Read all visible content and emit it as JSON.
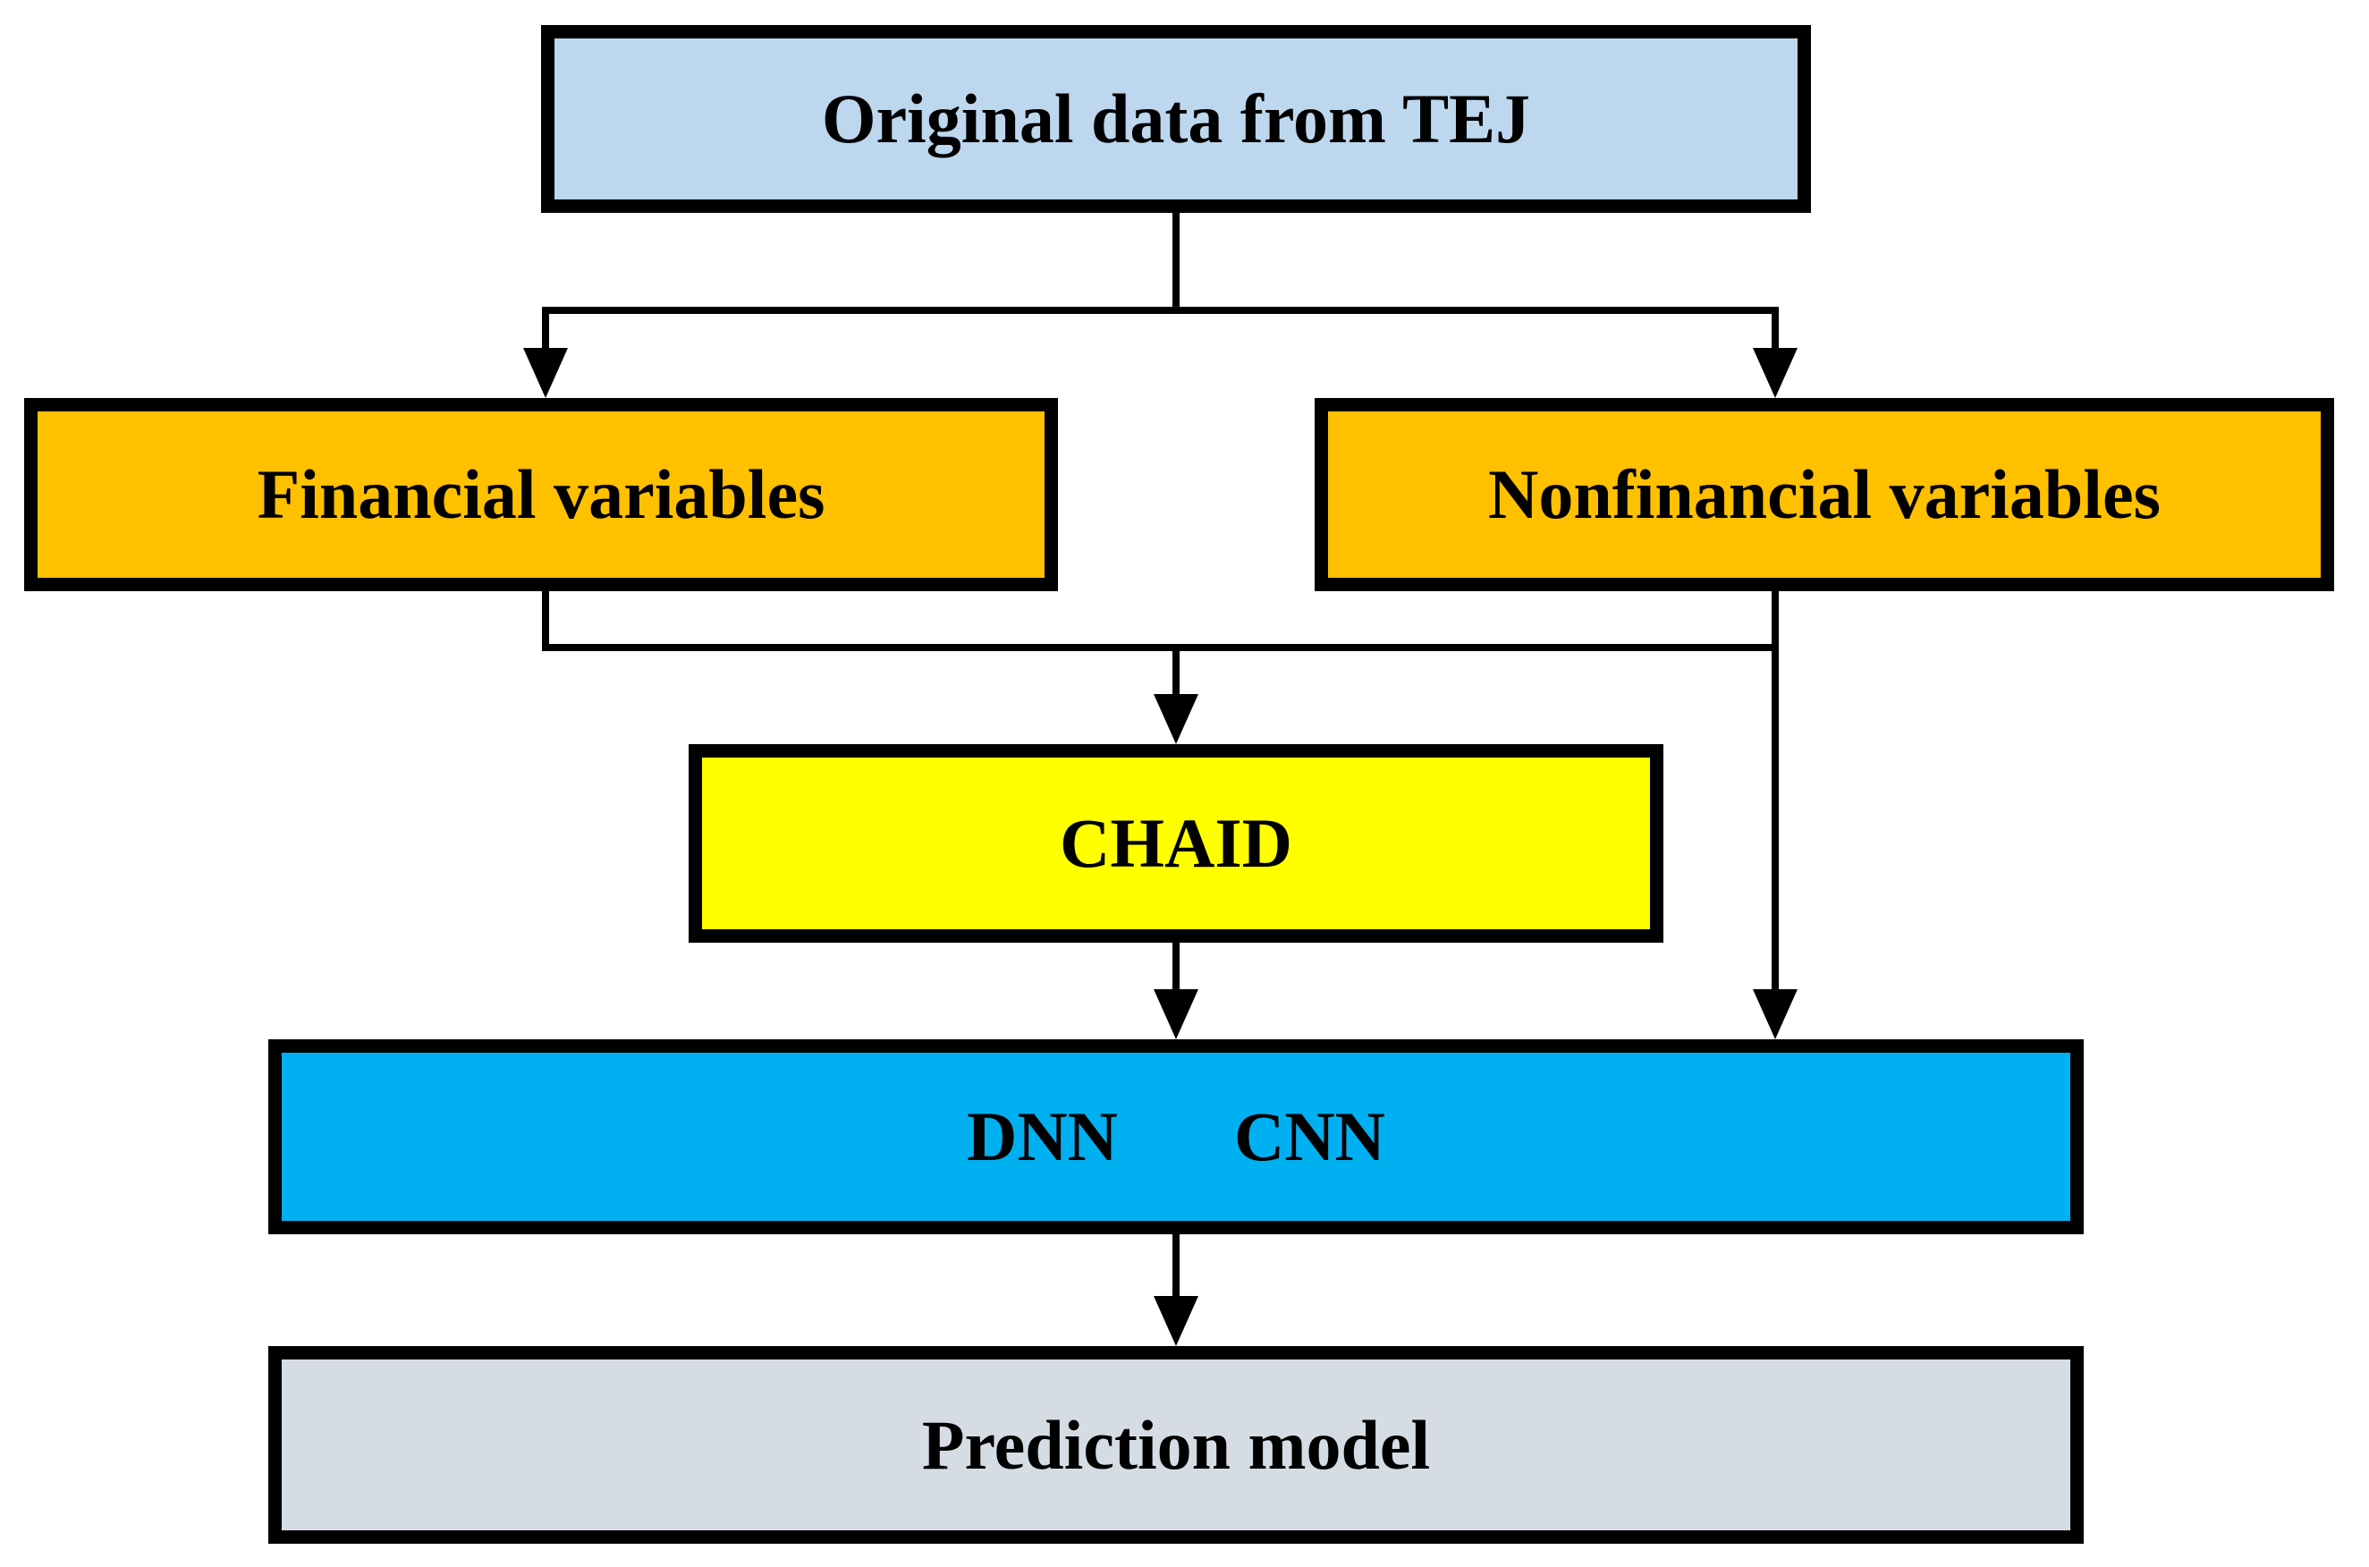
{
  "diagram": {
    "nodes": {
      "original": {
        "label": "Original data from TEJ",
        "fill": "#BDD7EE"
      },
      "financial": {
        "label": "Financial variables",
        "fill": "#FFC000"
      },
      "nonfinancial": {
        "label": "Nonfinancial variables",
        "fill": "#FFC000"
      },
      "chaid": {
        "label": "CHAID",
        "fill": "#FFFF00"
      },
      "models": {
        "label_left": "DNN",
        "label_right": "CNN",
        "fill": "#00B0F0"
      },
      "prediction": {
        "label": "Prediction model",
        "fill": "#D6DCE4"
      }
    },
    "edges": [
      {
        "from": "original",
        "to": "financial"
      },
      {
        "from": "original",
        "to": "nonfinancial"
      },
      {
        "from": "financial",
        "to": "chaid"
      },
      {
        "from": "nonfinancial",
        "to": "chaid"
      },
      {
        "from": "chaid",
        "to": "models"
      },
      {
        "from": "nonfinancial",
        "to": "models"
      },
      {
        "from": "models",
        "to": "prediction"
      }
    ],
    "colors": {
      "line": "#000000",
      "border": "#000000",
      "text": "#000000",
      "background": "#FFFFFF"
    }
  }
}
